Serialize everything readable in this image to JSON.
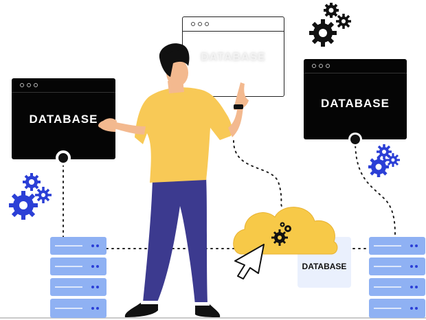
{
  "windows": {
    "left": {
      "title": "DATABASE"
    },
    "center": {
      "title": "DATABASE"
    },
    "right": {
      "title": "DATABASE"
    }
  },
  "cloud": {
    "label": "DATABASE"
  },
  "icons": [
    "gear-icon",
    "server-icon",
    "cloud-icon",
    "cursor-icon",
    "person-illustration"
  ],
  "colors": {
    "accent_blue": "#2b3fd6",
    "server_blue": "#8fb1f3",
    "cloud_yellow": "#f7c948",
    "shirt_yellow": "#f8c956",
    "pants_purple": "#3c3a8f",
    "window_dark": "#050505"
  }
}
